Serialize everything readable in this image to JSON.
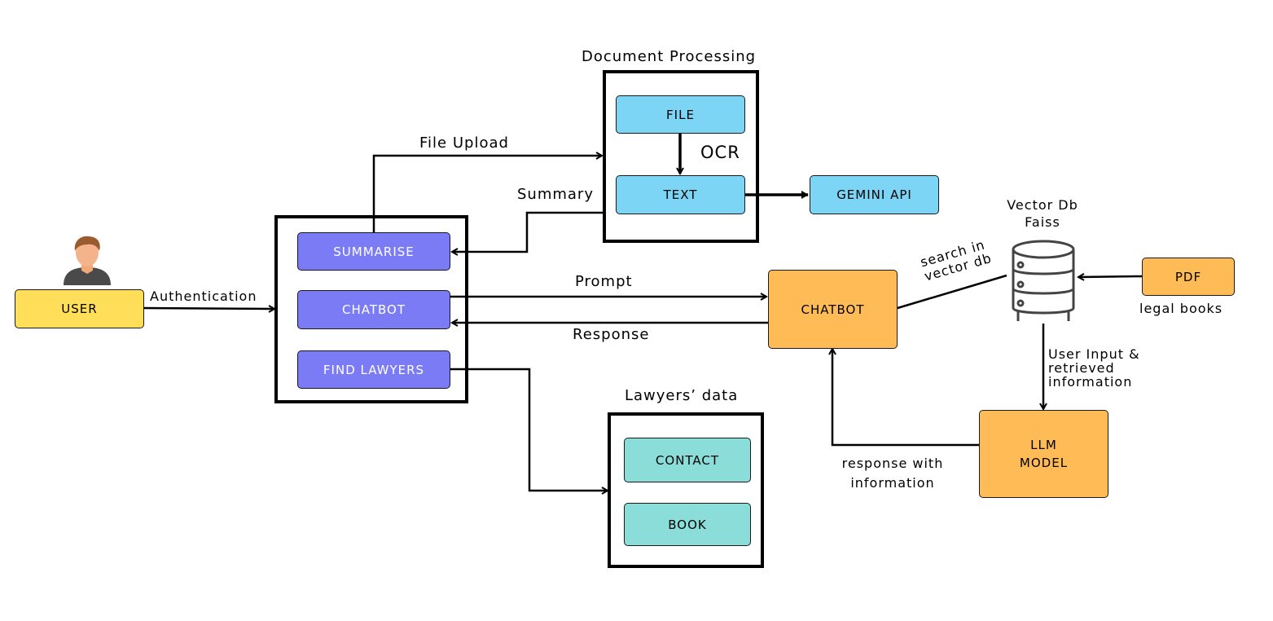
{
  "user": {
    "label": "USER"
  },
  "app": {
    "summarise": "SUMMARISE",
    "chatbot": "CHATBOT",
    "find_lawyers": "FIND LAWYERS"
  },
  "doc_processing": {
    "title": "Document Processing",
    "file": "FILE",
    "ocr": "OCR",
    "text": "TEXT"
  },
  "gemini": {
    "label": "GEMINI API"
  },
  "lawyers": {
    "title": "Lawyers’ data",
    "contact": "CONTACT",
    "book": "BOOK"
  },
  "chatbot_service": {
    "label": "CHATBOT"
  },
  "vector_db": {
    "title_line1": "Vector Db",
    "title_line2": "Faiss"
  },
  "pdf": {
    "label": "PDF",
    "caption": "legal books"
  },
  "llm": {
    "line1": "LLM",
    "line2": "MODEL"
  },
  "edges": {
    "authentication": "Authentication",
    "file_upload": "File Upload",
    "summary": "Summary",
    "prompt": "Prompt",
    "response": "Response",
    "search_line1": "search in",
    "search_line2": "vector db",
    "user_input_line1": "User Input &",
    "user_input_line2": "retrieved",
    "user_input_line3": "information",
    "response_info_line1": "response with",
    "response_info_line2": "information"
  },
  "colors": {
    "user": "#ffde59",
    "app_buttons": "#7b7bf5",
    "doc_boxes": "#7dd5f5",
    "chatbot_llm_pdf": "#ffbb55",
    "lawyer_boxes": "#8addd8"
  }
}
